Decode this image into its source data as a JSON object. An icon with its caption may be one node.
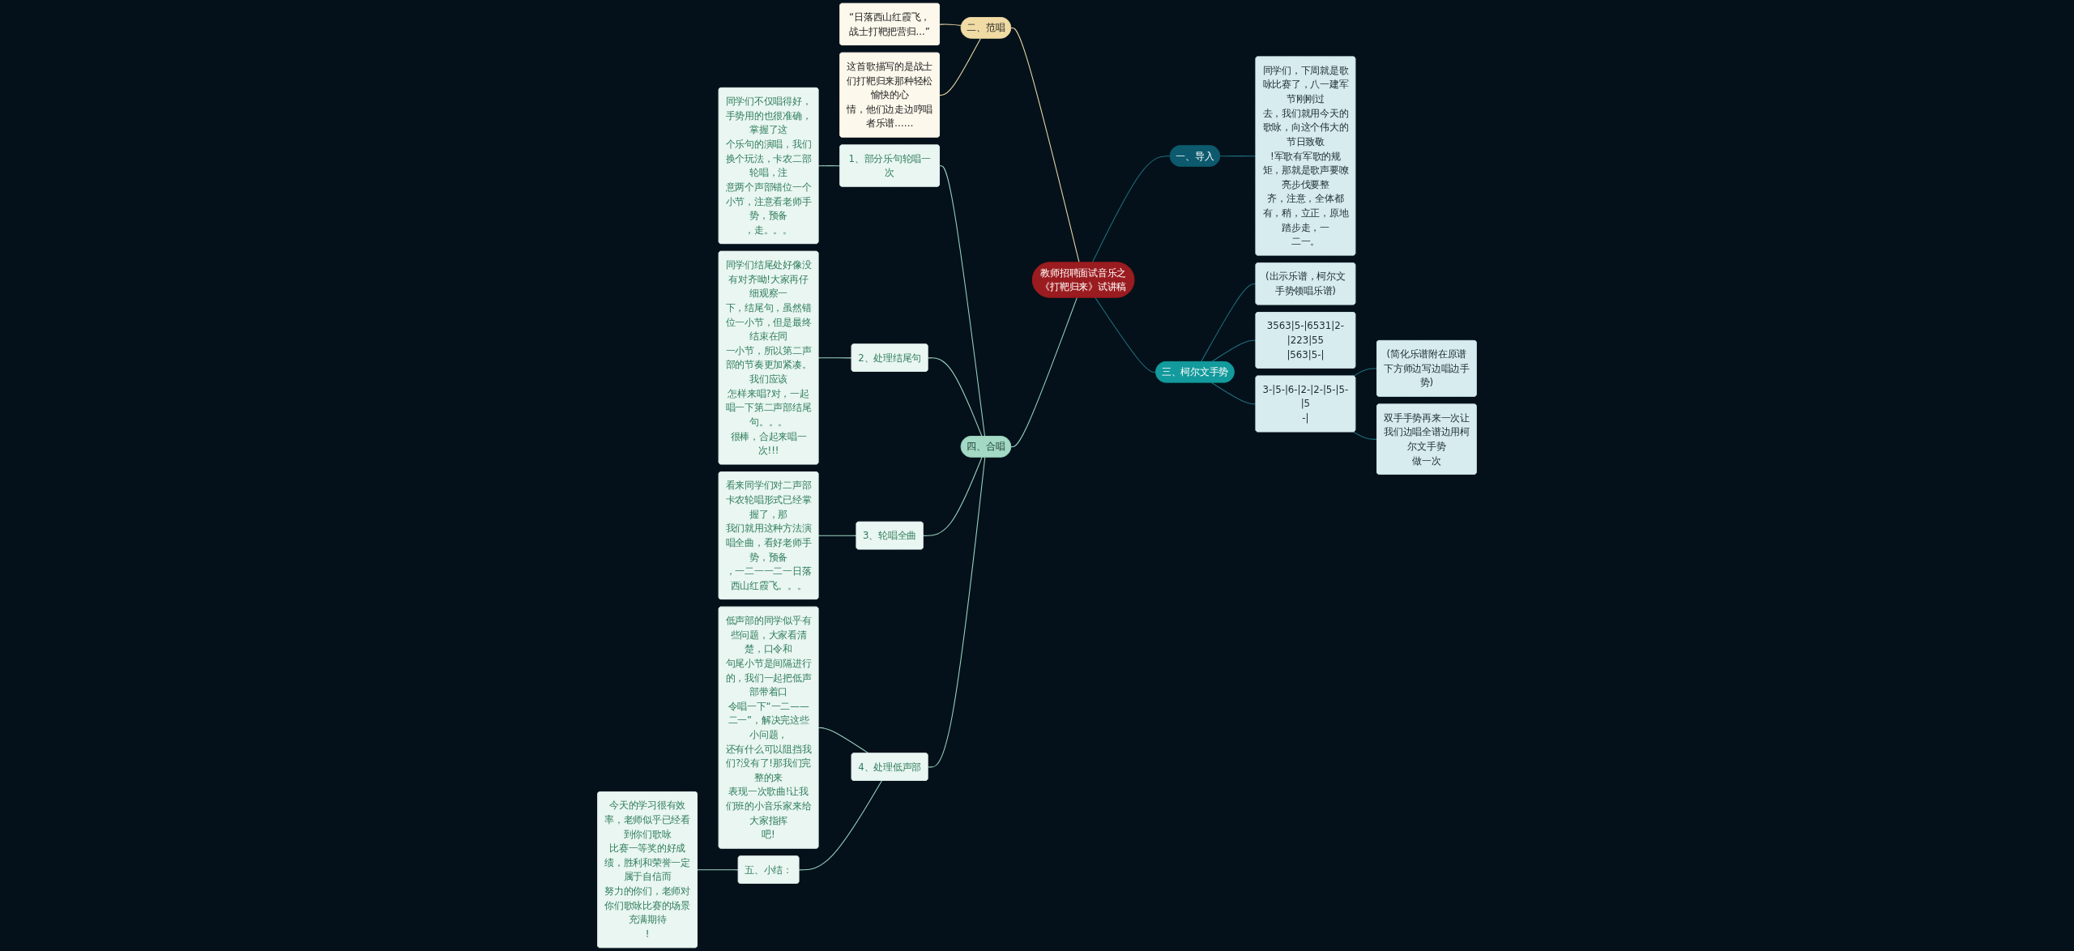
{
  "diagram": {
    "nodes": [
      {
        "text": [
          "教师招聘面试音乐之《打靶归来》试讲稿"
        ]
      },
      {
        "text": [
          "一、导入"
        ]
      },
      {
        "text": [
          "同学们，下周就是歌咏比赛了，八一建军节刚刚过去，我们就用今天的歌咏，向这个伟大的节日致敬!军歌有军歌的规矩，那就是歌声要嘹亮步伐要整齐，注意，全体都有，稍，立正，原地踏步走，一二一。"
        ]
      },
      {
        "text": [
          "三、柯尔文手势"
        ]
      },
      {
        "text": [
          "(出示乐谱，柯尔文手势领唱乐谱)"
        ]
      },
      {
        "text": [
          "3563|5-|6531|2-|223|55|563|5-|"
        ]
      },
      {
        "text": [
          "3-|5-|6-|2-|2-|5-|5-|5-|"
        ]
      },
      {
        "text": [
          "(简化乐谱附在原谱下方师边写边唱边手势)"
        ]
      },
      {
        "text": [
          "双手手势再来一次让我们边唱全谱边用柯尔文手势做一次"
        ]
      },
      {
        "text": [
          "二、范唱"
        ]
      },
      {
        "text": [
          "“日落西山红霞飞，战士打靶把营归...”"
        ]
      },
      {
        "text": [
          "这首歌描写的是战士们打靶归来那种轻松愉快的心情，他们边走边哼唱者乐谱……"
        ]
      },
      {
        "text": [
          "四、合唱"
        ]
      },
      {
        "text": [
          "1、部分乐句轮唱一次"
        ]
      },
      {
        "text": [
          "同学们不仅唱得好，手势用的也很准确，掌握了这个乐句的演唱，我们换个玩法，卡农二部轮唱，注意两个声部错位一个小节，注意看老师手势，预备，走。。。"
        ]
      },
      {
        "text": [
          "2、处理结尾句"
        ]
      },
      {
        "text": [
          "同学们结尾处好像没有对齐呦!大家再仔细观察一下，结尾句，虽然错位一小节，但是最终结束在同一小节，所以第二声部的节奏更加紧凑。我们应该怎样来唱?对，一起唱一下第二声部结尾句。。。很棒，合起来唱一次!!!"
        ]
      },
      {
        "text": [
          "3、轮唱全曲"
        ]
      },
      {
        "text": [
          "看来同学们对二声部卡农轮唱形式已经掌握了，那我们就用这种方法演唱全曲，看好老师手势，预备，一二一一二一日落西山红霞飞。。。"
        ]
      },
      {
        "text": [
          "4、处理低声部"
        ]
      },
      {
        "text": [
          "低声部的同学似乎有些问题，大家看清楚，口令和句尾小节是间隔进行的，我们一起把低声部带着口令唱一下“一二——二一”，解决完这些小问题，还有什么可以阻挡我们?没有了!那我们完整的来表现一次歌曲!让我们班的小音乐家来给大家指挥吧!"
        ]
      },
      {
        "text": [
          "五、小结："
        ]
      },
      {
        "text": [
          "今天的学习很有效率，老师似乎已经看到你们歌咏比赛一等奖的好成绩，胜利和荣誉一定属于自信而努力的你们，老师对你们歌咏比赛的场景充满期待!"
        ]
      }
    ],
    "edges": [
      {
        "from": 0,
        "to": 1,
        "arrow": "none",
        "color": "#1f6f7f"
      },
      {
        "from": 1,
        "to": 2,
        "arrow": "none",
        "color": "#1f6f7f"
      },
      {
        "from": 0,
        "to": 3,
        "arrow": "none",
        "color": "#1f6f7f"
      },
      {
        "from": 3,
        "to": 4,
        "arrow": "none",
        "color": "#1f6f7f"
      },
      {
        "from": 3,
        "to": 5,
        "arrow": "none",
        "color": "#1f6f7f"
      },
      {
        "from": 3,
        "to": 6,
        "arrow": "none",
        "color": "#1f6f7f"
      },
      {
        "from": 6,
        "to": 7,
        "arrow": "none",
        "color": "#1f6f7f"
      },
      {
        "from": 6,
        "to": 8,
        "arrow": "none",
        "color": "#1f6f7f"
      },
      {
        "from": 0,
        "to": 9,
        "arrow": "none",
        "color": "#e9d9a6"
      },
      {
        "from": 9,
        "to": 10,
        "arrow": "none",
        "color": "#e9d9a6"
      },
      {
        "from": 9,
        "to": 11,
        "arrow": "none",
        "color": "#e9d9a6"
      },
      {
        "from": 0,
        "to": 12,
        "arrow": "none"
      },
      {
        "from": 12,
        "to": 13,
        "arrow": "none"
      },
      {
        "from": 13,
        "to": 14,
        "arrow": "none"
      },
      {
        "from": 12,
        "to": 15,
        "arrow": "none"
      },
      {
        "from": 15,
        "to": 16,
        "arrow": "none"
      },
      {
        "from": 12,
        "to": 17,
        "arrow": "none"
      },
      {
        "from": 17,
        "to": 18,
        "arrow": "none"
      },
      {
        "from": 12,
        "to": 19,
        "arrow": "none"
      },
      {
        "from": 19,
        "to": 20,
        "arrow": "none"
      },
      {
        "from": 19,
        "to": 21,
        "arrow": "none"
      },
      {
        "from": 21,
        "to": 22,
        "arrow": "none"
      }
    ]
  }
}
